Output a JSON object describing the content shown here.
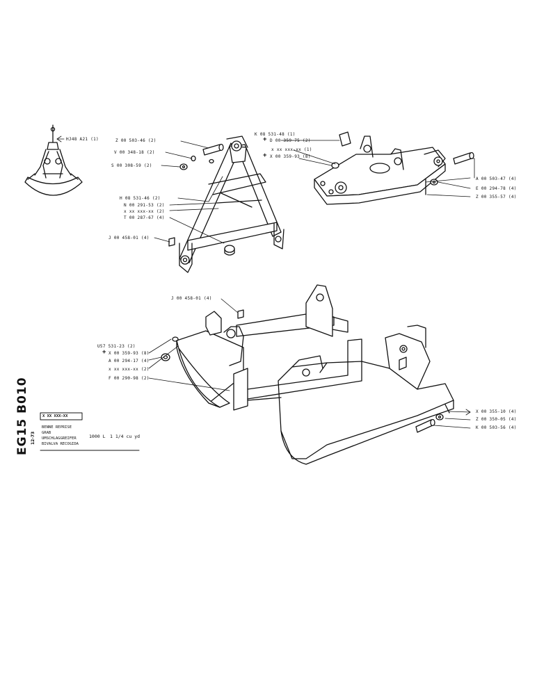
{
  "sheet": {
    "code_vertical": "EG15 B010",
    "date_vertical": "12-73",
    "part_number": "X XX XXX-XX",
    "titles": [
      "BENNE REPRISE",
      "GRAB",
      "UMSCHLAGGREIFER",
      "BIVALVA RECOGIDA"
    ],
    "capacity": "1000 L",
    "capacity_yd": "1  1/4 cu yd"
  },
  "labels": {
    "hj48": "HJ48 A21 (1)",
    "z00_503_46": "Z 00 503-46  (2)",
    "v00_348_18": "V 00 348-18  (2)",
    "s00_308_59": "S 00 308-59  (2)",
    "h08_531_46": "H 08 531-46  (2)",
    "n00_291_53": "N 00 291-53  (2)",
    "xx_a": "x xx xxx-xx  (2)",
    "t00_287_67": "T 00 287-67  (4)",
    "j00_458_01_a": "J 00 458-01  (4)",
    "k08_531_48": "K 08 531-48  (1)",
    "d00_359_75": "D 00 359-75  (2)",
    "xx_b": "x xx xxx-xx  (1)",
    "x00_359_93_a": "X 00 359-93  (8)",
    "a00_503_47": "A 00 503-47  (4)",
    "e00_294_78": "E 00 294-78  (4)",
    "z00_355_57": "Z 00 355-57  (4)",
    "j00_458_01_b": "J 00 458-01  (4)",
    "u57_531_23": "U57 531-23  (2)",
    "x00_359_93_b": "X 00 359-93  (8)",
    "a00_294_17": "A 00 294-17  (4)",
    "xx_c": "x xx xxx-xx  (2)",
    "f00_290_98": "F 00 290-98  (2)",
    "x00_355_10": "X 00 355-10  (4)",
    "z00_350_05": "Z 00 350-05  (4)",
    "k00_503_56": "K 00 503-56  (4)"
  }
}
